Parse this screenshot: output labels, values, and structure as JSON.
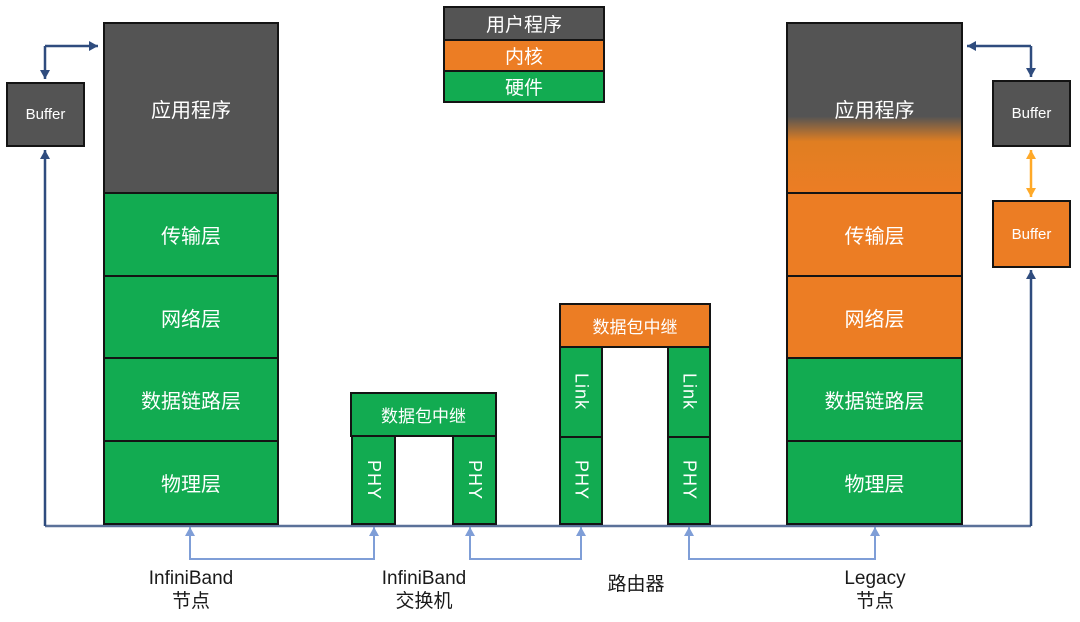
{
  "legend": {
    "items": [
      {
        "label": "用户程序",
        "color": "#545454"
      },
      {
        "label": "内核",
        "color": "#EC7D24"
      },
      {
        "label": "硬件",
        "color": "#12AB51"
      }
    ]
  },
  "infiniband_node": {
    "buffer_label": "Buffer",
    "layers": [
      "应用程序",
      "传输层",
      "网络层",
      "数据链路层",
      "物理层"
    ],
    "caption": [
      "InfiniBand",
      "节点"
    ]
  },
  "infiniband_switch": {
    "relay_label": "数据包中继",
    "phy_left": "PHY",
    "phy_right": "PHY",
    "caption": [
      "InfiniBand",
      "交换机"
    ]
  },
  "router": {
    "relay_label": "数据包中继",
    "link_left": "Link",
    "link_right": "Link",
    "phy_left": "PHY",
    "phy_right": "PHY",
    "caption": [
      "路由器"
    ]
  },
  "legacy_node": {
    "layers": [
      "应用程序",
      "传输层",
      "网络层",
      "数据链路层",
      "物理层"
    ],
    "buffer_user_label": "Buffer",
    "buffer_kernel_label": "Buffer",
    "caption": [
      "Legacy",
      "节点"
    ]
  },
  "colors": {
    "user_program_gray": "#545454",
    "kernel_orange": "#EC7D24",
    "hardware_green": "#12AB51",
    "arrow_navy": "#2F4C7E",
    "bus_blue": "#5B7199",
    "connector_light_blue": "#7F9ED7",
    "arrow_orange": "#FFA928"
  }
}
